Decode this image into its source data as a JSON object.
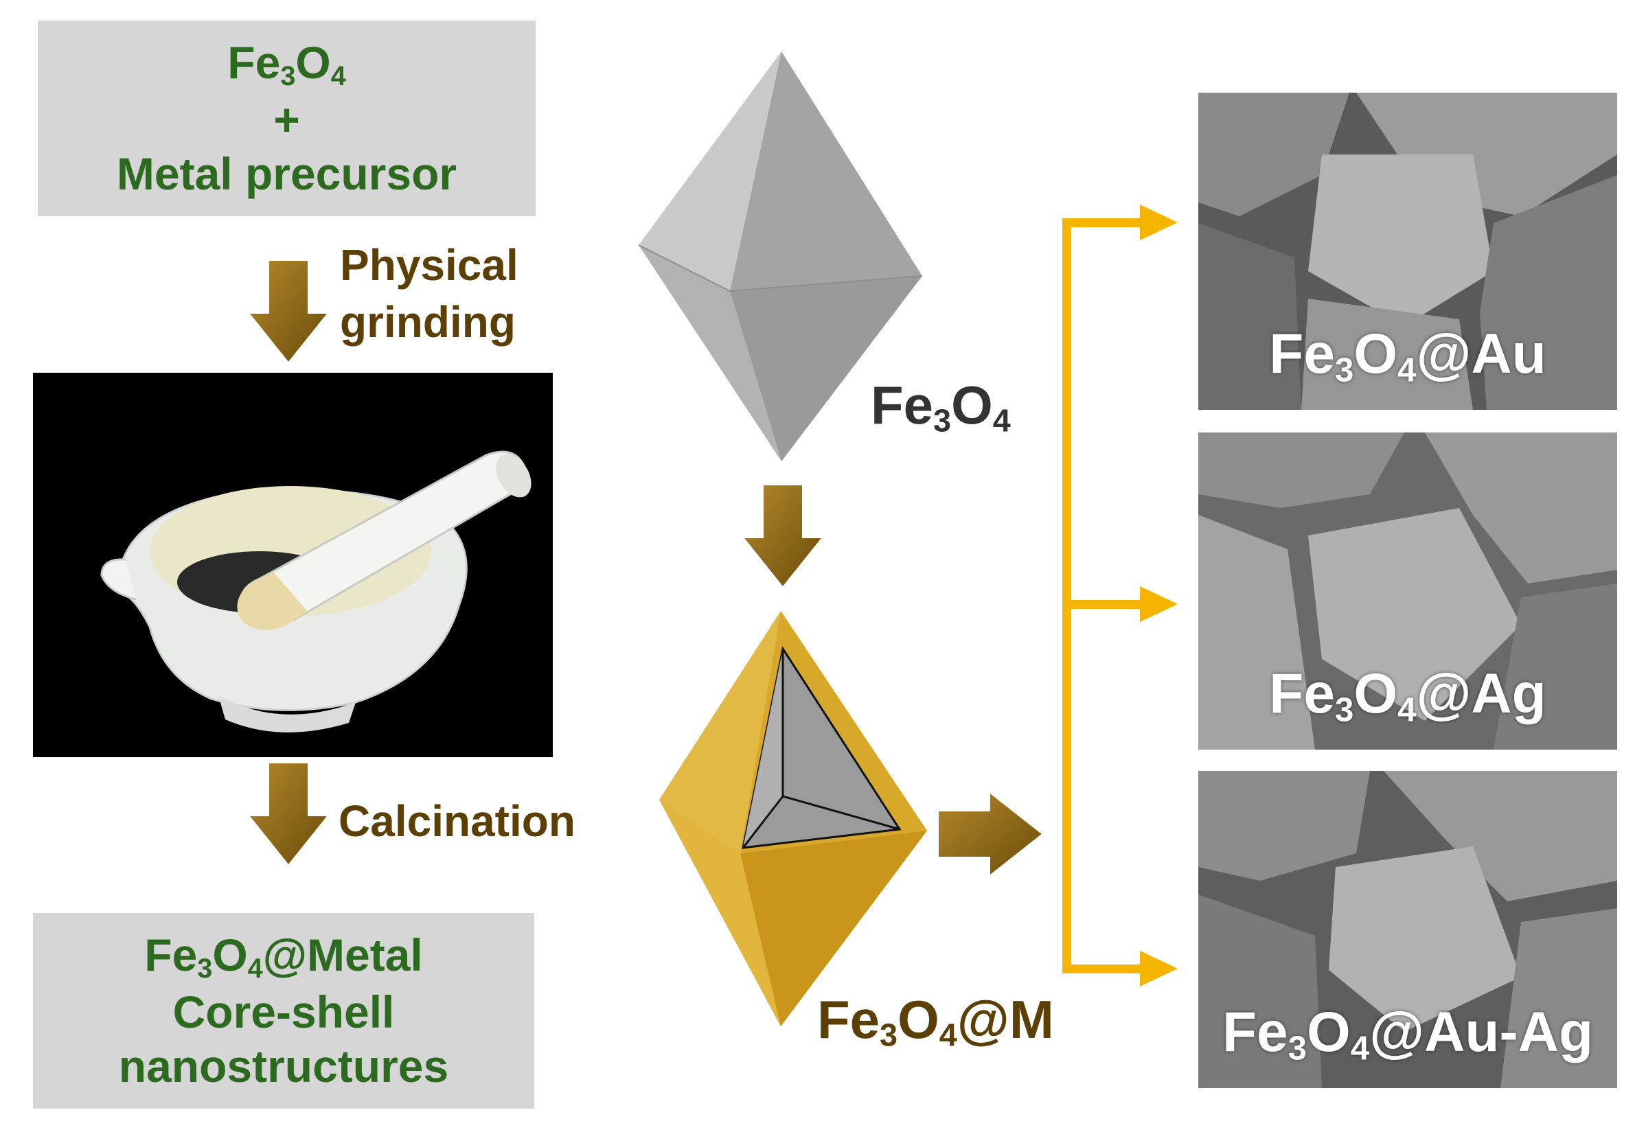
{
  "start_box": {
    "line1_base": "Fe",
    "line1_sub1": "3",
    "line1_o": "O",
    "line1_sub2": "4",
    "line2": "+",
    "line3": "Metal precursor"
  },
  "step1": {
    "line1": "Physical",
    "line2": "grinding"
  },
  "step2": {
    "label": "Calcination"
  },
  "end_box": {
    "line1_base": "Fe",
    "line1_sub1": "3",
    "line1_o": "O",
    "line1_sub2": "4",
    "line1_rest": "@Metal",
    "line2": "Core-shell",
    "line3": "nanostructures"
  },
  "core_label": {
    "base": "Fe",
    "sub1": "3",
    "o": "O",
    "sub2": "4"
  },
  "shell_label": {
    "base": "Fe",
    "sub1": "3",
    "o": "O",
    "sub2": "4",
    "rest": "@M"
  },
  "sem_images": [
    {
      "base": "Fe",
      "sub1": "3",
      "o": "O",
      "sub2": "4",
      "rest": "@Au"
    },
    {
      "base": "Fe",
      "sub1": "3",
      "o": "O",
      "sub2": "4",
      "rest": "@Ag"
    },
    {
      "base": "Fe",
      "sub1": "3",
      "o": "O",
      "sub2": "4",
      "rest": "@Au-Ag"
    }
  ],
  "colors": {
    "box_bg": "#d6d6d6",
    "box_text": "#2c6b1f",
    "step_text": "#5b3f05",
    "arrow_brown": "#7a5a10",
    "branch_yellow": "#f5b400",
    "gold_shell": "#d9a91e"
  },
  "icons": [
    "down-arrow-icon",
    "right-arrow-icon",
    "octahedron-icon",
    "mortar-pestle-photo"
  ]
}
